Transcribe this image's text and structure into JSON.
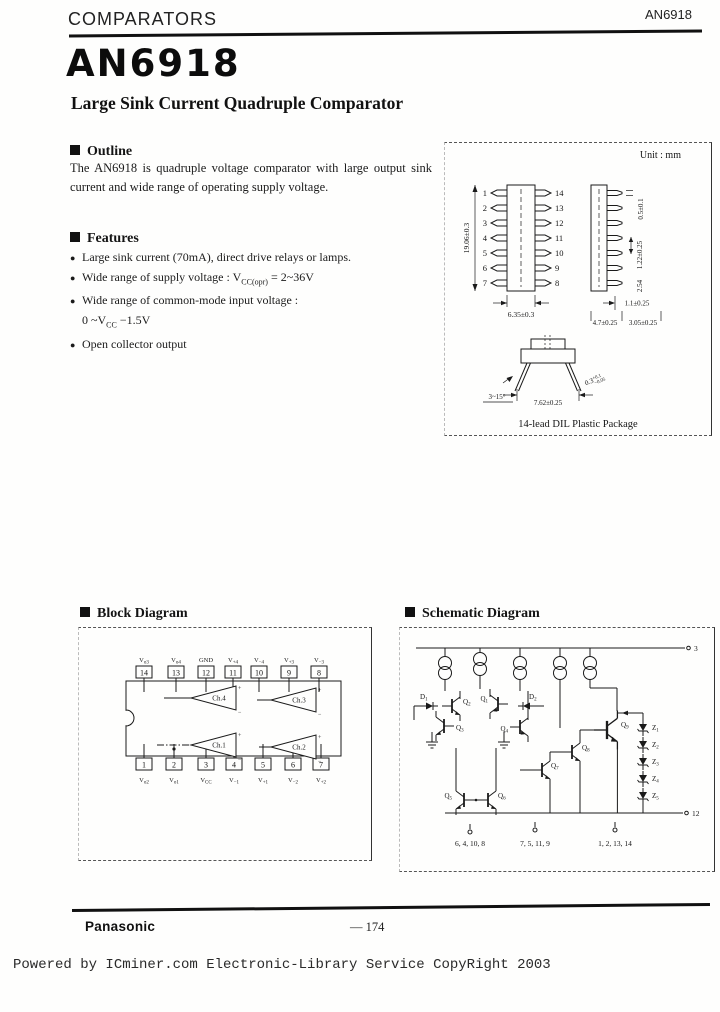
{
  "header": {
    "left": "COMPARATORS",
    "right": "AN6918"
  },
  "title": {
    "part_number": "AN6918",
    "subtitle": "Large Sink Current Quadruple Comparator"
  },
  "outline": {
    "heading": "Outline",
    "body": "The AN6918 is quadruple voltage comparator with large output sink current and wide range of operating supply voltage."
  },
  "features": {
    "heading": "Features",
    "items": [
      {
        "text": "Large sink current (70mA), direct drive relays or lamps."
      },
      {
        "pre": "Wide range of supply voltage : V",
        "sub": "CC(opr)",
        "post": " = 2~36V"
      },
      {
        "text": "Wide range of common-mode input voltage :"
      },
      {
        "pre": "0 ~V",
        "sub": "CC",
        "post": " −1.5V"
      },
      {
        "text": "Open collector output"
      }
    ]
  },
  "package": {
    "unit": "Unit : mm",
    "caption": "14-lead DIL Plastic Package",
    "left_pins": [
      "1",
      "2",
      "3",
      "4",
      "5",
      "6",
      "7"
    ],
    "right_pins": [
      "14",
      "13",
      "12",
      "11",
      "10",
      "9",
      "8"
    ],
    "dim_height": "19.06±0.3",
    "dim_width": "6.35±0.3",
    "dim_lead_tip": "0.5±0.1",
    "dim_lead_w": "1.22±0.25",
    "dim_pitch": "2.54",
    "dim_offset": "1.1±0.25",
    "dim_body": "4.7±0.25",
    "dim_stand": "3.05±0.25",
    "dim_row": "7.62±0.25",
    "dim_angle": "3~15°",
    "dim_thk_base": "0.3",
    "dim_thk_up": "+0.1",
    "dim_thk_dn": "−0.05"
  },
  "block_diagram": {
    "heading": "Block Diagram",
    "plus": "+",
    "minus": "−",
    "top_pins": [
      {
        "num": "14",
        "base": "V",
        "sub": "o3"
      },
      {
        "num": "13",
        "base": "V",
        "sub": "o4"
      },
      {
        "num": "12",
        "base": "GND",
        "sub": ""
      },
      {
        "num": "11",
        "base": "V",
        "sub": "+4"
      },
      {
        "num": "10",
        "base": "V",
        "sub": "−4"
      },
      {
        "num": "9",
        "base": "V",
        "sub": "+3"
      },
      {
        "num": "8",
        "base": "V",
        "sub": "−3"
      }
    ],
    "bottom_pins": [
      {
        "num": "1",
        "base": "V",
        "sub": "o2"
      },
      {
        "num": "2",
        "base": "V",
        "sub": "o1"
      },
      {
        "num": "3",
        "base": "V",
        "sub": "CC"
      },
      {
        "num": "4",
        "base": "V",
        "sub": "−1"
      },
      {
        "num": "5",
        "base": "V",
        "sub": "+1"
      },
      {
        "num": "6",
        "base": "V",
        "sub": "−2"
      },
      {
        "num": "7",
        "base": "V",
        "sub": "+2"
      }
    ],
    "channels": {
      "ch4": "Ch.4",
      "ch3": "Ch.3",
      "ch1": "Ch.1",
      "ch2": "Ch.2"
    }
  },
  "schematic": {
    "heading": "Schematic Diagram",
    "vcc_pin": "3",
    "gnd_pin": "12",
    "q": [
      {
        "base": "Q",
        "sub": "1"
      },
      {
        "base": "Q",
        "sub": "2"
      },
      {
        "base": "Q",
        "sub": "3"
      },
      {
        "base": "Q",
        "sub": "4"
      },
      {
        "base": "Q",
        "sub": "5"
      },
      {
        "base": "Q",
        "sub": "6"
      },
      {
        "base": "Q",
        "sub": "7"
      },
      {
        "base": "Q",
        "sub": "8"
      },
      {
        "base": "Q",
        "sub": "9"
      }
    ],
    "d": [
      {
        "base": "D",
        "sub": "1"
      },
      {
        "base": "D",
        "sub": "2"
      }
    ],
    "z": [
      {
        "base": "Z",
        "sub": "1"
      },
      {
        "base": "Z",
        "sub": "2"
      },
      {
        "base": "Z",
        "sub": "3"
      },
      {
        "base": "Z",
        "sub": "4"
      },
      {
        "base": "Z",
        "sub": "5"
      }
    ],
    "inv_inputs": "6, 4, 10, 8",
    "noninv_inputs": "7, 5, 11, 9",
    "outputs": "1, 2, 13, 14"
  },
  "footer": {
    "brand": "Panasonic",
    "page": "— 174",
    "watermark": "Powered by ICminer.com Electronic-Library Service CopyRight 2003"
  }
}
